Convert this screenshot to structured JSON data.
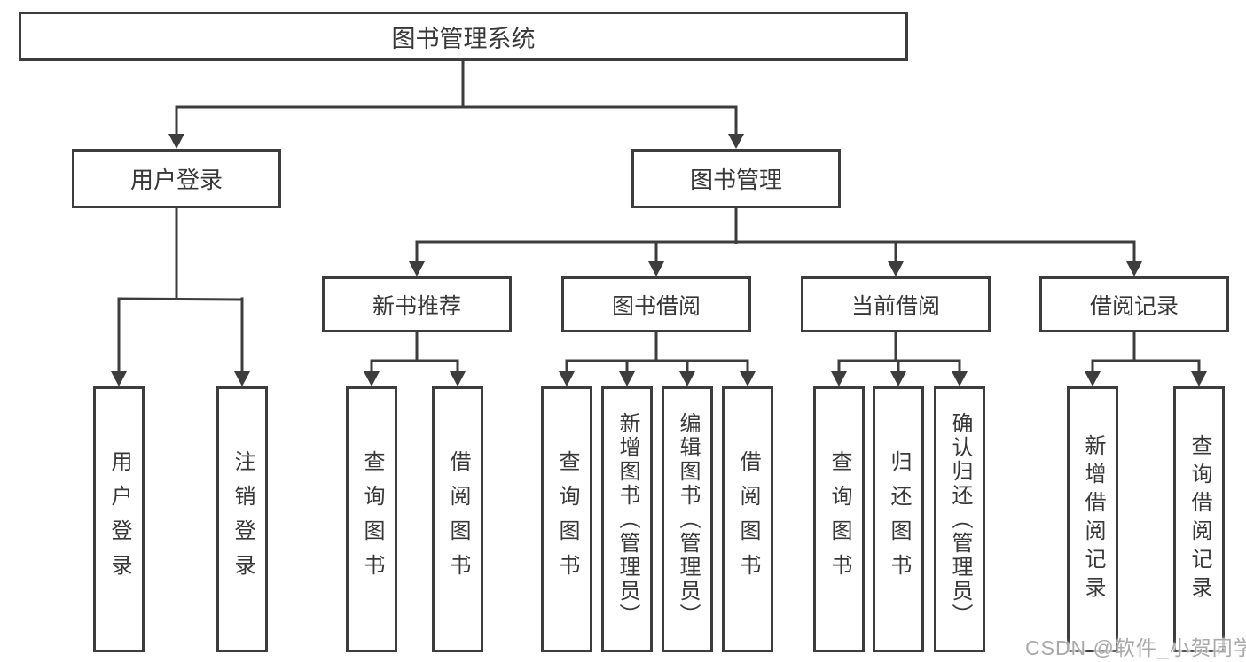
{
  "nodes": {
    "root": "图书管理系统",
    "user_login": "用户登录",
    "book_mgmt": "图书管理",
    "recommend": "新书推荐",
    "borrow": "图书借阅",
    "current": "当前借阅",
    "records": "借阅记录"
  },
  "leaves": {
    "login": [
      "用户登录",
      "注销登录"
    ],
    "recommend": [
      "查询图书",
      "借阅图书"
    ],
    "borrow": [
      "查询图书",
      "新增图书（管理员）",
      "编辑图书（管理员）",
      "借阅图书"
    ],
    "current": [
      "查询图书",
      "归还图书",
      "确认归还（管理员）"
    ],
    "records": [
      "新增借阅记录",
      "查询借阅记录"
    ]
  },
  "watermark": "CSDN @软件_小贺同学",
  "colors": {
    "line": "#3d3d3d",
    "text": "#383838",
    "background": "#ffffff",
    "watermark": "#a9a9a9"
  }
}
